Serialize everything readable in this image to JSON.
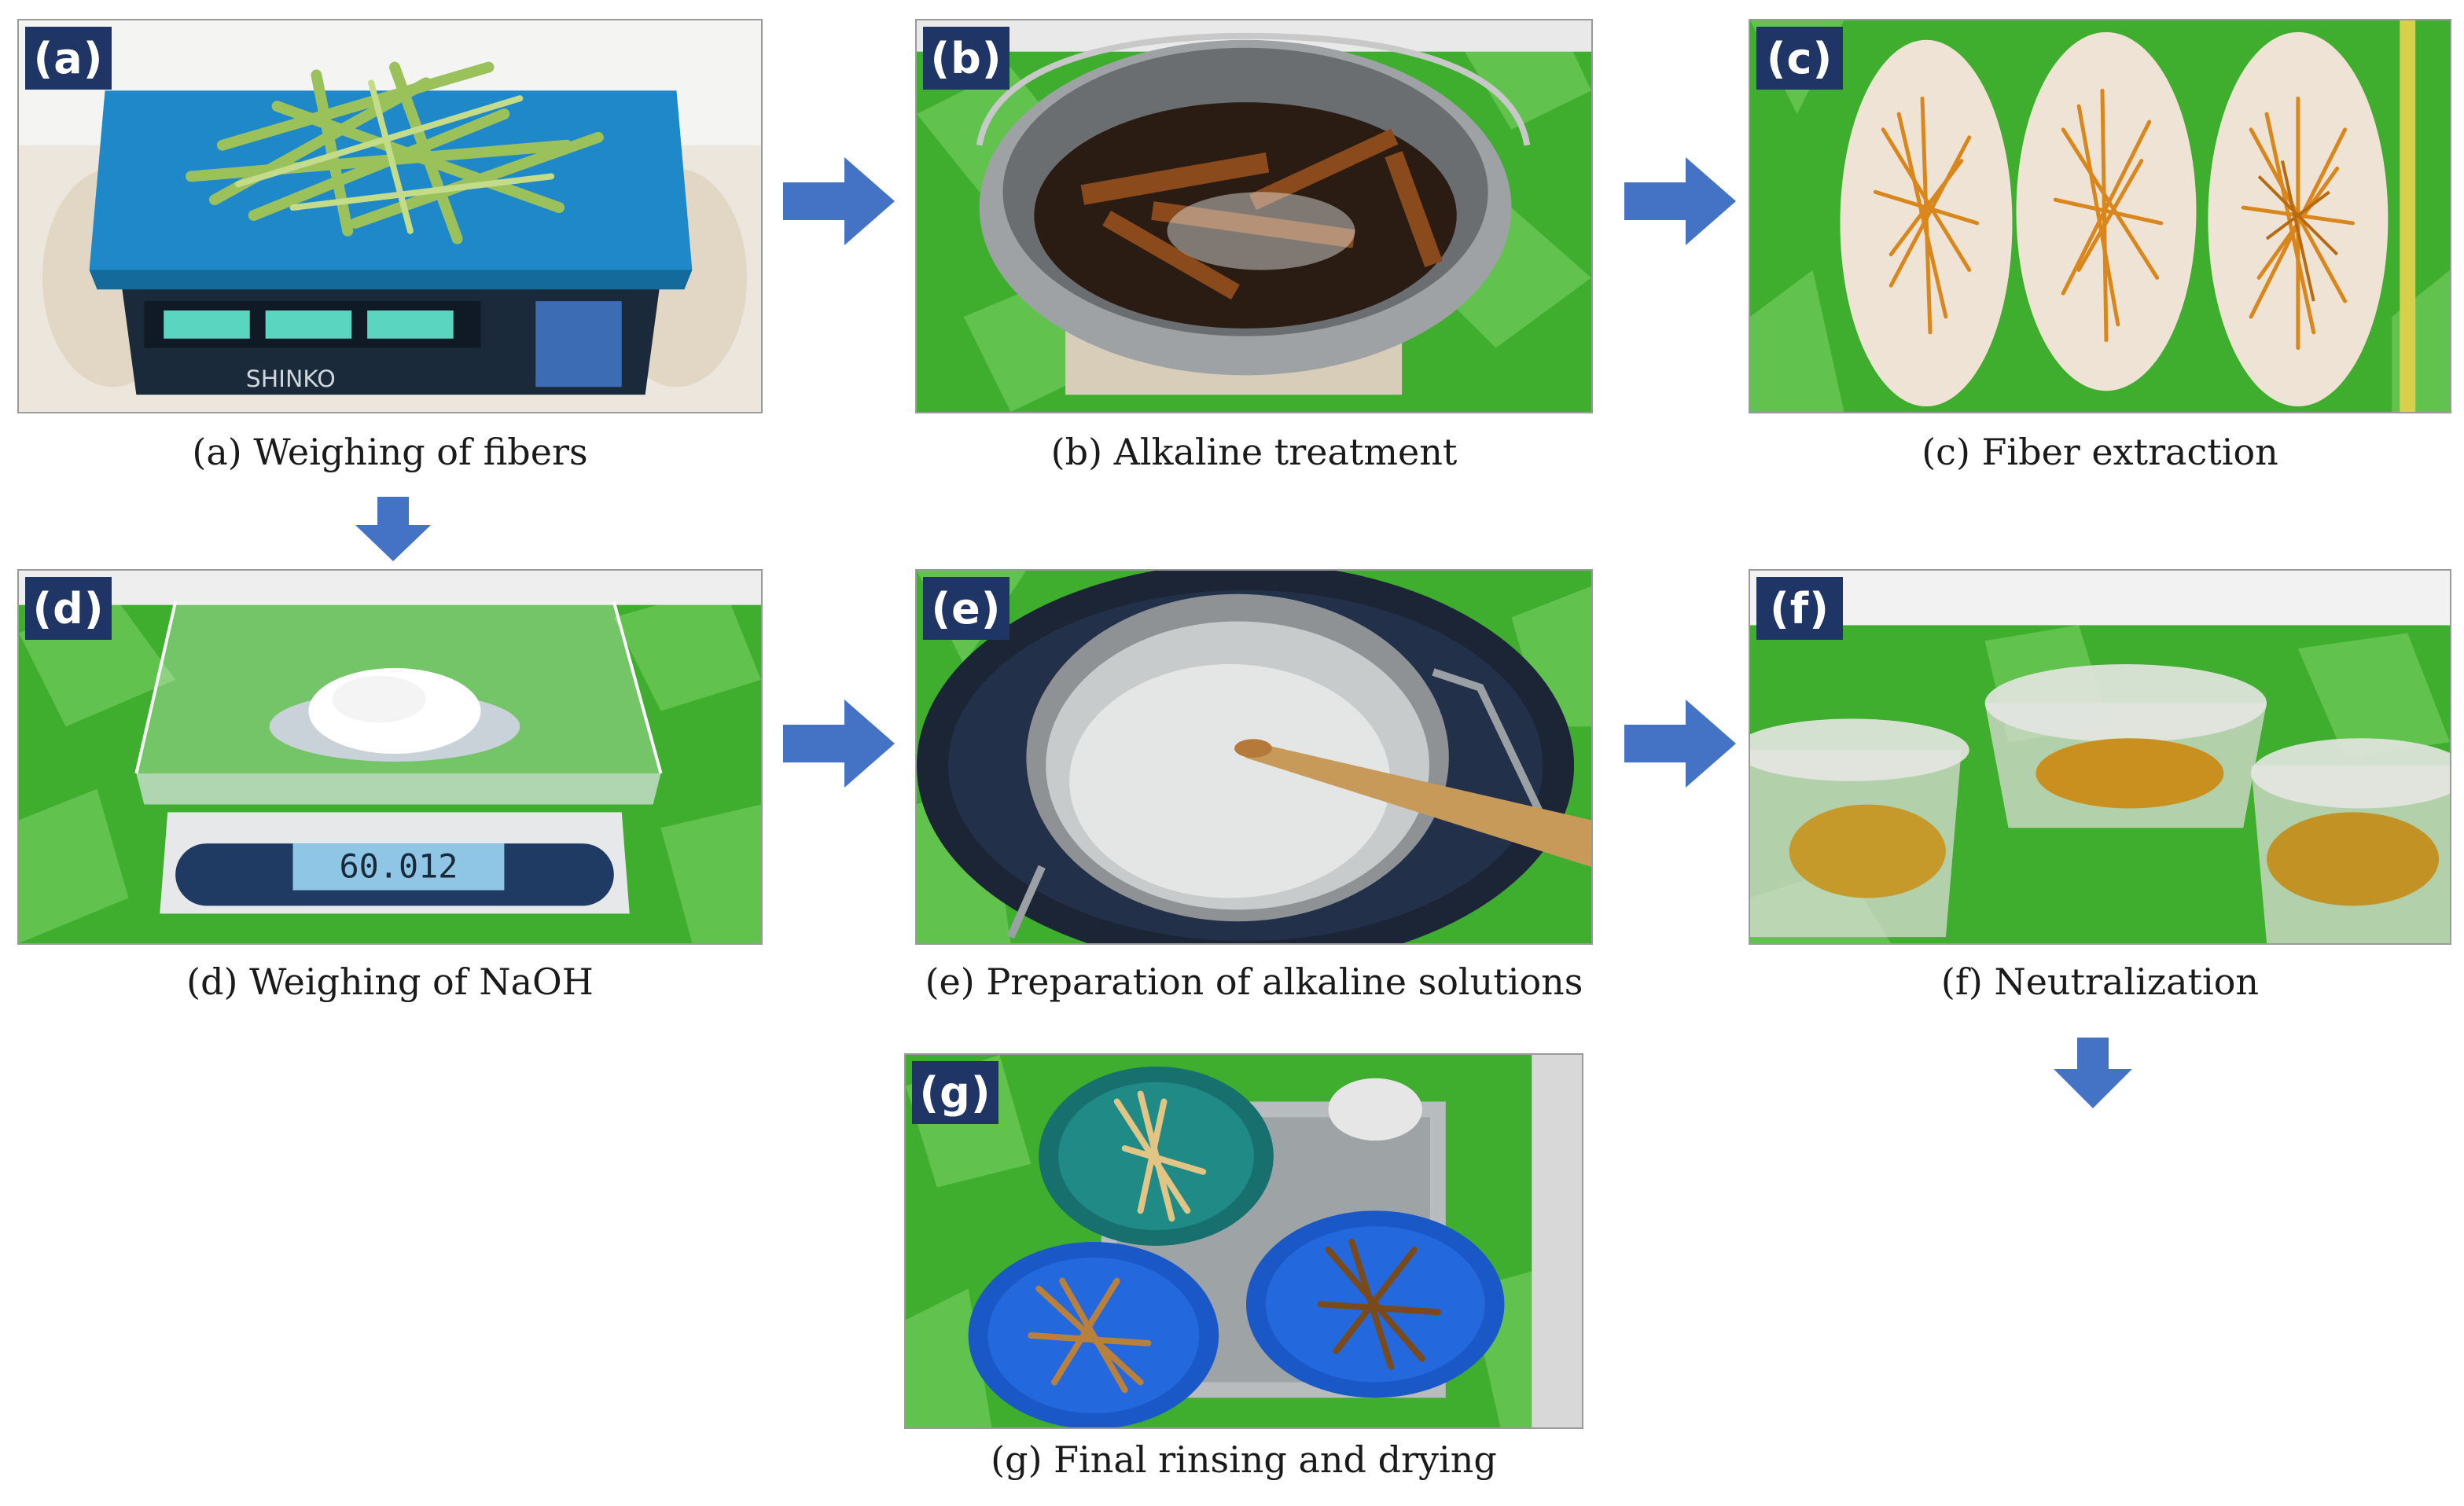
{
  "steps": [
    {
      "id": "a",
      "badge": "(a)",
      "caption": "(a)  Weighing of fibers"
    },
    {
      "id": "b",
      "badge": "(b)",
      "caption": "(b)  Alkaline treatment"
    },
    {
      "id": "c",
      "badge": "(c)",
      "caption": "(c)  Fiber extraction"
    },
    {
      "id": "d",
      "badge": "(d)",
      "caption": "(d)  Weighing of NaOH"
    },
    {
      "id": "e",
      "badge": "(e)",
      "caption": "(e)  Preparation of alkaline solutions"
    },
    {
      "id": "f",
      "badge": "(f)",
      "caption": "(f)  Neutralization"
    },
    {
      "id": "g",
      "badge": "(g)",
      "caption": "(g)  Final rinsing and drying"
    }
  ],
  "scale_brand": "SHINKO",
  "naoh_readout": "60.012",
  "colors": {
    "badge": "#1f3566",
    "arrow": "#4472c4",
    "green": "#3fae2e",
    "scale_blue": "#1e88c9"
  }
}
